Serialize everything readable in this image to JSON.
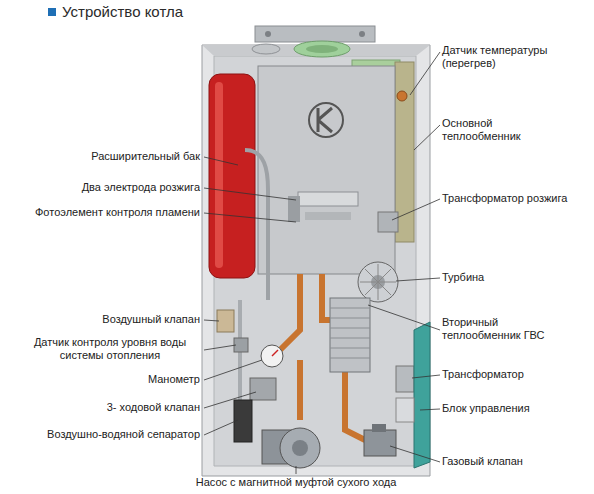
{
  "diagram": {
    "title": "Устройство котла",
    "labels": [
      "Датчик температуры (перегрев)",
      "Основной теплообменник",
      "Расширительный бак",
      "Два электрода розжига",
      "Трансформатор розжига",
      "Фотоэлемент контроля пламени",
      "Турбина",
      "Воздушный клапан",
      "Вторичный теплообменник ГВС",
      "Датчик контроля уровня воды системы отопления",
      "Трансформатор",
      "Манометр",
      "3- ходовой клапан",
      "Блок управления",
      "Воздушно-водяной сепаратор",
      "Газовый клапан",
      "Насос с магнитной муфтой сухого хода"
    ]
  }
}
